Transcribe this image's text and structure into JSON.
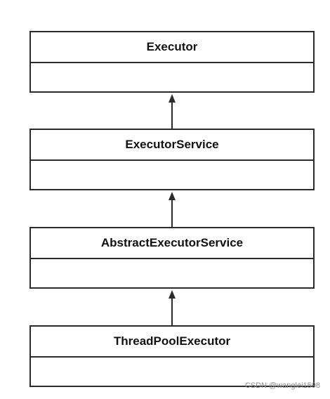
{
  "diagram": {
    "classes": [
      {
        "name": "Executor"
      },
      {
        "name": "ExecutorService"
      },
      {
        "name": "AbstractExecutorService"
      },
      {
        "name": "ThreadPoolExecutor"
      }
    ],
    "watermark": "CSDN @wanglei1598",
    "colors": {
      "line": "#2b2b2b",
      "text": "#111111",
      "background": "#ffffff"
    }
  }
}
